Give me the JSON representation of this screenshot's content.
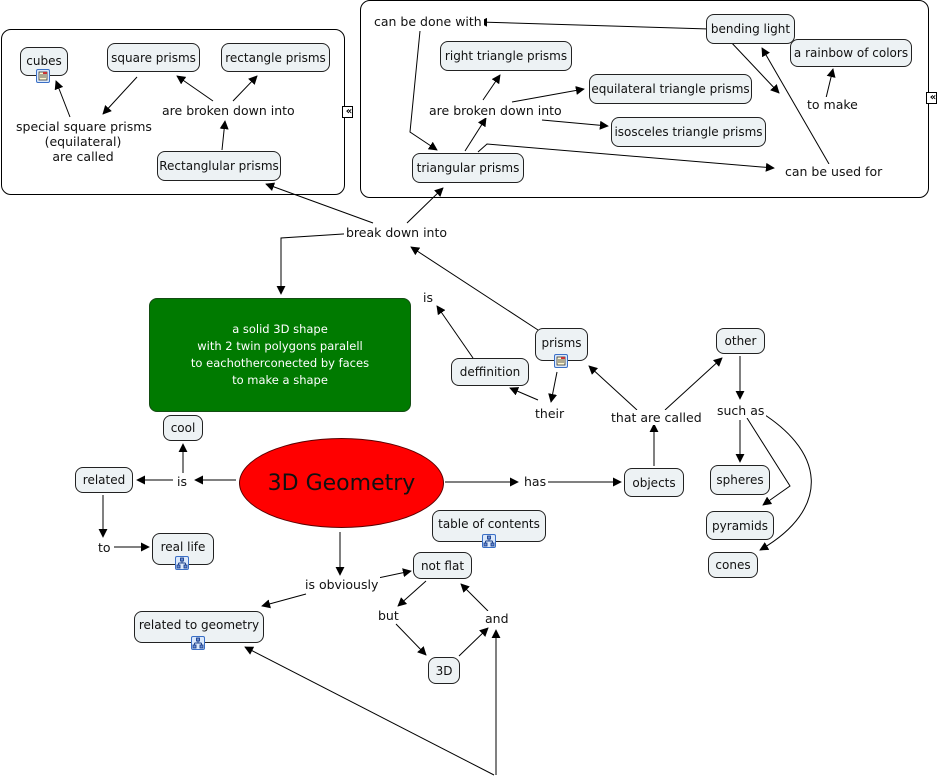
{
  "map_title": "3D Geometry",
  "colors": {
    "root_fill": "#ff0000",
    "definition_fill": "#007a00",
    "concept_fill": "#edf2f4",
    "icon_border": "#3a6fc6"
  },
  "root": {
    "label": "3D Geometry"
  },
  "definition_box": {
    "lines": [
      "a solid 3D shape",
      "with 2 twin polygons paralell",
      "to eachotherconected by faces",
      "to make a shape"
    ]
  },
  "concepts": {
    "cubes": "cubes",
    "square_prisms": "square prisms",
    "rectangle_prisms": "rectangle prisms",
    "rectanglular_prisms": "Rectanglular prisms",
    "right_triangle_prisms": "right triangle prisms",
    "equilateral_triangle_prisms": "equilateral triangle prisms",
    "isosceles_triangle_prisms": "isosceles triangle prisms",
    "triangular_prisms": "triangular prisms",
    "bending_light": "bending light",
    "rainbow": "a rainbow of colors",
    "prisms": "prisms",
    "deffinition": "deffinition",
    "other": "other",
    "cool": "cool",
    "related": "related",
    "real_life": "real life",
    "objects": "objects",
    "spheres": "spheres",
    "pyramids": "pyramids",
    "cones": "cones",
    "table_of_contents": "table of contents",
    "not_flat": "not flat",
    "related_to_geometry": "related to geometry",
    "three_d": "3D"
  },
  "links": {
    "special_square": [
      "special square prisms",
      "(equilateral)",
      "are called"
    ],
    "are_broken_down_left": "are broken down into",
    "can_be_done_with": "can be done with",
    "are_broken_down_right": "are broken down into",
    "to_make": "to make",
    "can_be_used_for": "can be used for",
    "break_down_into": "break down into",
    "is_def": "is",
    "their": "their",
    "that_are_called": "that are called",
    "such_as": "such as",
    "is_root": "is",
    "has": "has",
    "to": "to",
    "is_obviously": "is obviously",
    "but": "but",
    "and": "and"
  },
  "resource_icons": {
    "cubes": "image-resource-icon",
    "prisms": "image-resource-icon",
    "real_life": "submap-icon",
    "table_of_contents": "submap-icon",
    "related_to_geometry": "submap-icon"
  },
  "collapse_glyph": "«"
}
